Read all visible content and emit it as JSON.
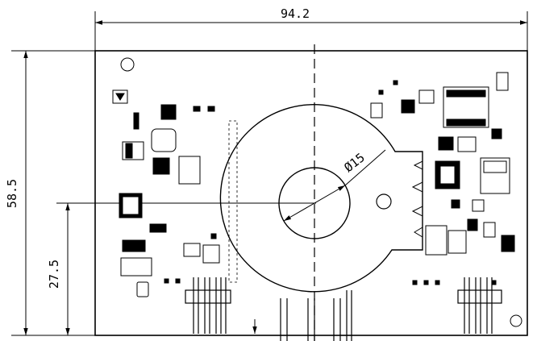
{
  "drawing": {
    "dimensions": {
      "width": "94.2",
      "height": "58.5",
      "hole_offset": "27.5",
      "hole_diameter": "Ø15"
    }
  }
}
